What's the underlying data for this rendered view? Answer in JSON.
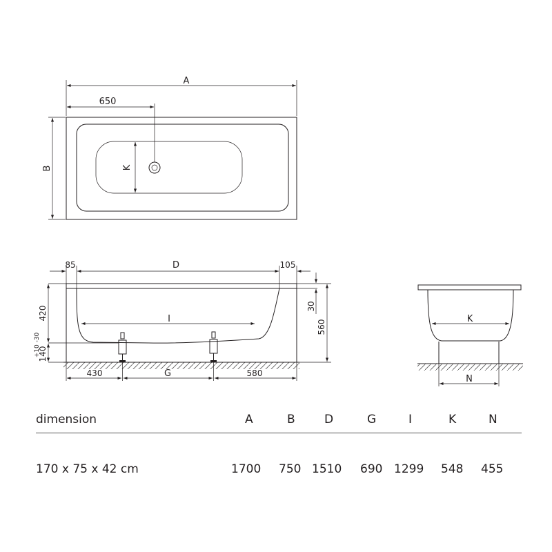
{
  "top_view": {
    "dim_length_label": "A",
    "dim_drain_offset": "650",
    "dim_width_label": "B",
    "dim_inner_width_label": "K"
  },
  "side_view": {
    "dim_left_rim": "85",
    "dim_inner_length_label": "D",
    "dim_right_rim": "105",
    "dim_height_tub": "420",
    "dim_adjust": "+10 -30",
    "dim_leg_height": "140",
    "dim_rim_thickness": "30",
    "dim_total_height": "560",
    "dim_bottom_length_label": "I",
    "dim_left_foot": "430",
    "dim_feet_spacing_label": "G",
    "dim_right_foot": "580"
  },
  "end_view": {
    "dim_inner_width_label": "K",
    "dim_feet_width_label": "N"
  },
  "table": {
    "headers": [
      "dimension",
      "A",
      "B",
      "D",
      "G",
      "I",
      "K",
      "N"
    ],
    "rows": [
      [
        "170 x 75 x 42 cm",
        "1700",
        "750",
        "1510",
        "690",
        "1299",
        "548",
        "455"
      ]
    ]
  }
}
